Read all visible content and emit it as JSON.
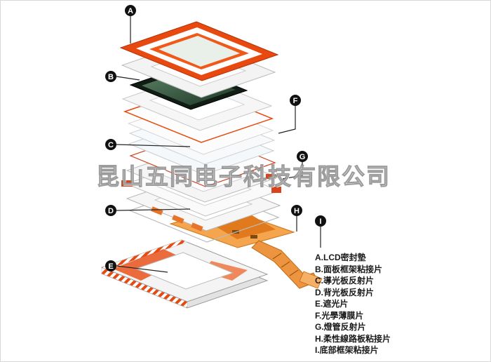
{
  "watermark": "昆山五同电子科技有限公司",
  "callouts": [
    "A",
    "B",
    "C",
    "D",
    "E",
    "F",
    "G",
    "H",
    "I"
  ],
  "legend": {
    "items": [
      {
        "text": "A.LCD密封墊"
      },
      {
        "text": "B.面板框架粘接片"
      },
      {
        "text": "C.導光板反射片"
      },
      {
        "text": "D.背光板反射片"
      },
      {
        "text": "E.遮光片"
      },
      {
        "text": "F.光學薄膜片"
      },
      {
        "text": "G.燈管反射片"
      },
      {
        "text": "H.柔性線路板粘接片"
      },
      {
        "text": "I.底部框架粘接片"
      }
    ]
  },
  "colors": {
    "accent_orange": "#e8490f",
    "copper": "#f5a54e",
    "lcd_dark": "#101c14",
    "lcd_green": "#4a6a52",
    "callout_bg": "#111111",
    "callout_text": "#ffffff",
    "legend_text": "#1a1a1a",
    "watermark_gray": "#9a9a9a"
  }
}
